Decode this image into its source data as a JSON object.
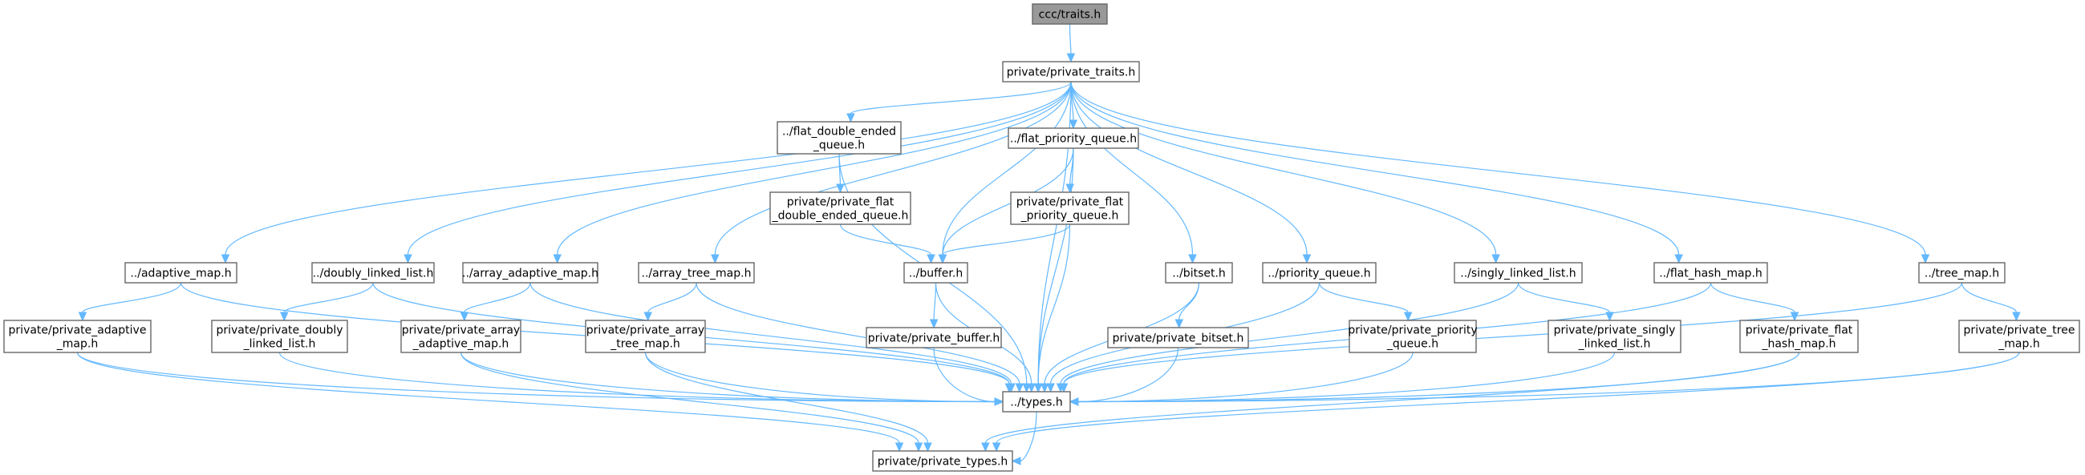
{
  "graph": {
    "title": "ccc/traits.h include dependency graph",
    "edge_color": "#63b8ff",
    "node_border_color": "#666666",
    "root_fill": "#999999",
    "nodes": [
      {
        "id": "traits",
        "lines": [
          "ccc/traits.h"
        ],
        "root": true
      },
      {
        "id": "private_traits",
        "lines": [
          "private/private_traits.h"
        ]
      },
      {
        "id": "adaptive_map",
        "lines": [
          "../adaptive_map.h"
        ]
      },
      {
        "id": "private_adaptive_map",
        "lines": [
          "private/private_adaptive",
          "_map.h"
        ]
      },
      {
        "id": "doubly_linked_list",
        "lines": [
          "../doubly_linked_list.h"
        ]
      },
      {
        "id": "private_doubly_linked_list",
        "lines": [
          "private/private_doubly",
          "_linked_list.h"
        ]
      },
      {
        "id": "array_adaptive_map",
        "lines": [
          "../array_adaptive_map.h"
        ]
      },
      {
        "id": "private_array_adaptive_map",
        "lines": [
          "private/private_array",
          "_adaptive_map.h"
        ]
      },
      {
        "id": "array_tree_map",
        "lines": [
          "../array_tree_map.h"
        ]
      },
      {
        "id": "private_array_tree_map",
        "lines": [
          "private/private_array",
          "_tree_map.h"
        ]
      },
      {
        "id": "flat_double_ended_queue",
        "lines": [
          "../flat_double_ended",
          "_queue.h"
        ]
      },
      {
        "id": "private_flat_double_ended_queue",
        "lines": [
          "private/private_flat",
          "_double_ended_queue.h"
        ]
      },
      {
        "id": "flat_priority_queue",
        "lines": [
          "../flat_priority_queue.h"
        ]
      },
      {
        "id": "private_flat_priority_queue",
        "lines": [
          "private/private_flat",
          "_priority_queue.h"
        ]
      },
      {
        "id": "buffer",
        "lines": [
          "../buffer.h"
        ]
      },
      {
        "id": "private_buffer",
        "lines": [
          "private/private_buffer.h"
        ]
      },
      {
        "id": "bitset",
        "lines": [
          "../bitset.h"
        ]
      },
      {
        "id": "private_bitset",
        "lines": [
          "private/private_bitset.h"
        ]
      },
      {
        "id": "priority_queue",
        "lines": [
          "../priority_queue.h"
        ]
      },
      {
        "id": "private_priority_queue",
        "lines": [
          "private/private_priority",
          "_queue.h"
        ]
      },
      {
        "id": "singly_linked_list",
        "lines": [
          "../singly_linked_list.h"
        ]
      },
      {
        "id": "private_singly_linked_list",
        "lines": [
          "private/private_singly",
          "_linked_list.h"
        ]
      },
      {
        "id": "flat_hash_map",
        "lines": [
          "../flat_hash_map.h"
        ]
      },
      {
        "id": "private_flat_hash_map",
        "lines": [
          "private/private_flat",
          "_hash_map.h"
        ]
      },
      {
        "id": "tree_map",
        "lines": [
          "../tree_map.h"
        ]
      },
      {
        "id": "private_tree_map",
        "lines": [
          "private/private_tree",
          "_map.h"
        ]
      },
      {
        "id": "types",
        "lines": [
          "../types.h"
        ]
      },
      {
        "id": "private_types",
        "lines": [
          "private/private_types.h"
        ]
      }
    ],
    "edges": [
      [
        "traits",
        "private_traits"
      ],
      [
        "private_traits",
        "adaptive_map"
      ],
      [
        "private_traits",
        "doubly_linked_list"
      ],
      [
        "private_traits",
        "array_adaptive_map"
      ],
      [
        "private_traits",
        "array_tree_map"
      ],
      [
        "private_traits",
        "flat_double_ended_queue"
      ],
      [
        "private_traits",
        "buffer"
      ],
      [
        "private_traits",
        "flat_priority_queue"
      ],
      [
        "private_traits",
        "bitset"
      ],
      [
        "private_traits",
        "priority_queue"
      ],
      [
        "private_traits",
        "singly_linked_list"
      ],
      [
        "private_traits",
        "flat_hash_map"
      ],
      [
        "private_traits",
        "tree_map"
      ],
      [
        "private_traits",
        "types"
      ],
      [
        "adaptive_map",
        "private_adaptive_map"
      ],
      [
        "adaptive_map",
        "types"
      ],
      [
        "private_adaptive_map",
        "types"
      ],
      [
        "private_adaptive_map",
        "private_types"
      ],
      [
        "doubly_linked_list",
        "private_doubly_linked_list"
      ],
      [
        "doubly_linked_list",
        "types"
      ],
      [
        "private_doubly_linked_list",
        "types"
      ],
      [
        "array_adaptive_map",
        "private_array_adaptive_map"
      ],
      [
        "array_adaptive_map",
        "types"
      ],
      [
        "private_array_adaptive_map",
        "types"
      ],
      [
        "private_array_adaptive_map",
        "private_types"
      ],
      [
        "array_tree_map",
        "private_array_tree_map"
      ],
      [
        "array_tree_map",
        "types"
      ],
      [
        "private_array_tree_map",
        "types"
      ],
      [
        "private_array_tree_map",
        "private_types"
      ],
      [
        "flat_double_ended_queue",
        "private_flat_double_ended_queue"
      ],
      [
        "flat_double_ended_queue",
        "types"
      ],
      [
        "private_flat_double_ended_queue",
        "buffer"
      ],
      [
        "flat_priority_queue",
        "private_flat_priority_queue"
      ],
      [
        "flat_priority_queue",
        "buffer"
      ],
      [
        "flat_priority_queue",
        "types"
      ],
      [
        "private_flat_priority_queue",
        "buffer"
      ],
      [
        "private_flat_priority_queue",
        "types"
      ],
      [
        "buffer",
        "private_buffer"
      ],
      [
        "buffer",
        "types"
      ],
      [
        "private_buffer",
        "types"
      ],
      [
        "bitset",
        "private_bitset"
      ],
      [
        "bitset",
        "types"
      ],
      [
        "private_bitset",
        "types"
      ],
      [
        "priority_queue",
        "private_priority_queue"
      ],
      [
        "priority_queue",
        "types"
      ],
      [
        "private_priority_queue",
        "types"
      ],
      [
        "singly_linked_list",
        "private_singly_linked_list"
      ],
      [
        "singly_linked_list",
        "types"
      ],
      [
        "private_singly_linked_list",
        "types"
      ],
      [
        "flat_hash_map",
        "private_flat_hash_map"
      ],
      [
        "flat_hash_map",
        "types"
      ],
      [
        "private_flat_hash_map",
        "types"
      ],
      [
        "private_flat_hash_map",
        "private_types"
      ],
      [
        "tree_map",
        "private_tree_map"
      ],
      [
        "tree_map",
        "types"
      ],
      [
        "private_tree_map",
        "types"
      ],
      [
        "private_tree_map",
        "private_types"
      ],
      [
        "types",
        "private_types"
      ]
    ]
  }
}
